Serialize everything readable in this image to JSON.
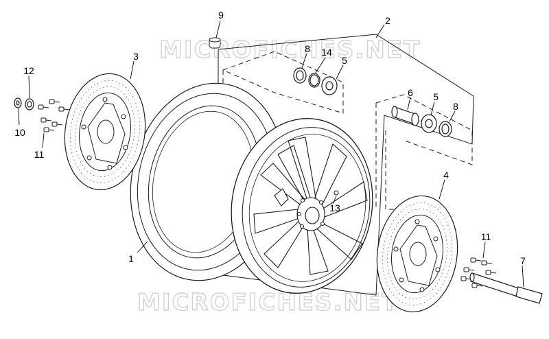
{
  "watermark": {
    "text": "MICROFICHES.NET"
  },
  "callouts": {
    "p1": "1",
    "p2": "2",
    "p3": "3",
    "p4": "4",
    "p5a": "5",
    "p5b": "5",
    "p6": "6",
    "p7": "7",
    "p8a": "8",
    "p8b": "8",
    "p9": "9",
    "p10": "10",
    "p11a": "11",
    "p11b": "11",
    "p12": "12",
    "p13": "13",
    "p14": "14"
  },
  "colors": {
    "line": "#1a1a1a",
    "fill": "#ffffff",
    "watermark": "#d2d2d2",
    "leader": "#000000"
  }
}
